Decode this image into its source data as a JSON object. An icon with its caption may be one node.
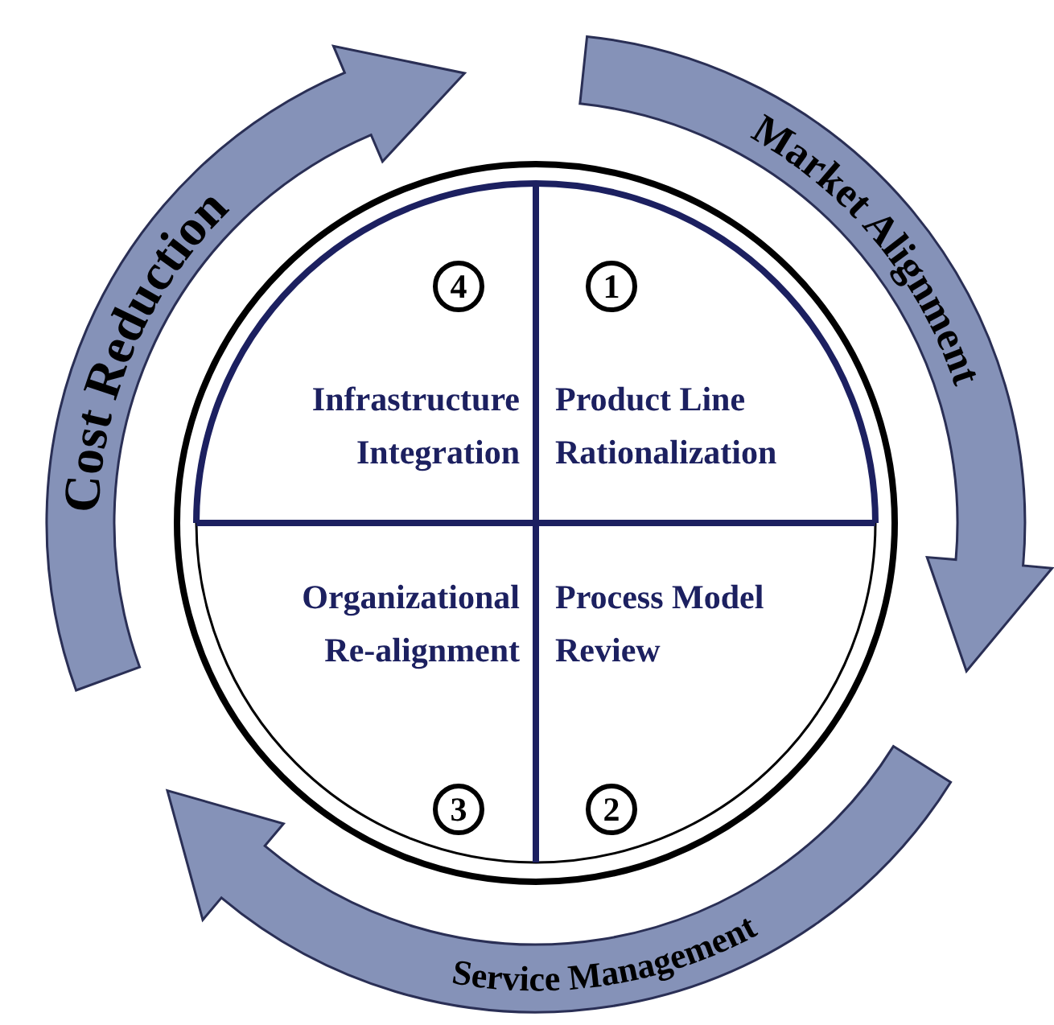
{
  "diagram": {
    "nodes": [
      {
        "text": [
          "Cost Reduction"
        ]
      },
      {
        "text": [
          "Market Alignment"
        ]
      },
      {
        "text": [],
        "shape": "circle"
      },
      {
        "text": [
          "Infrastructure Integration"
        ],
        "in": 2
      },
      {
        "text": [
          "4"
        ],
        "in": 3
      },
      {
        "text": [
          "Product Line Rationalization"
        ],
        "in": 2
      },
      {
        "text": [
          "1"
        ],
        "in": 5
      },
      {
        "text": [
          "Organizational Re-alignment"
        ],
        "in": 2
      },
      {
        "text": [
          "3"
        ],
        "in": 7
      },
      {
        "text": [
          "Process Model Review"
        ],
        "in": 2
      },
      {
        "text": [
          "2"
        ],
        "in": 9
      },
      {
        "text": [
          "Service Management"
        ]
      }
    ],
    "edges": []
  }
}
